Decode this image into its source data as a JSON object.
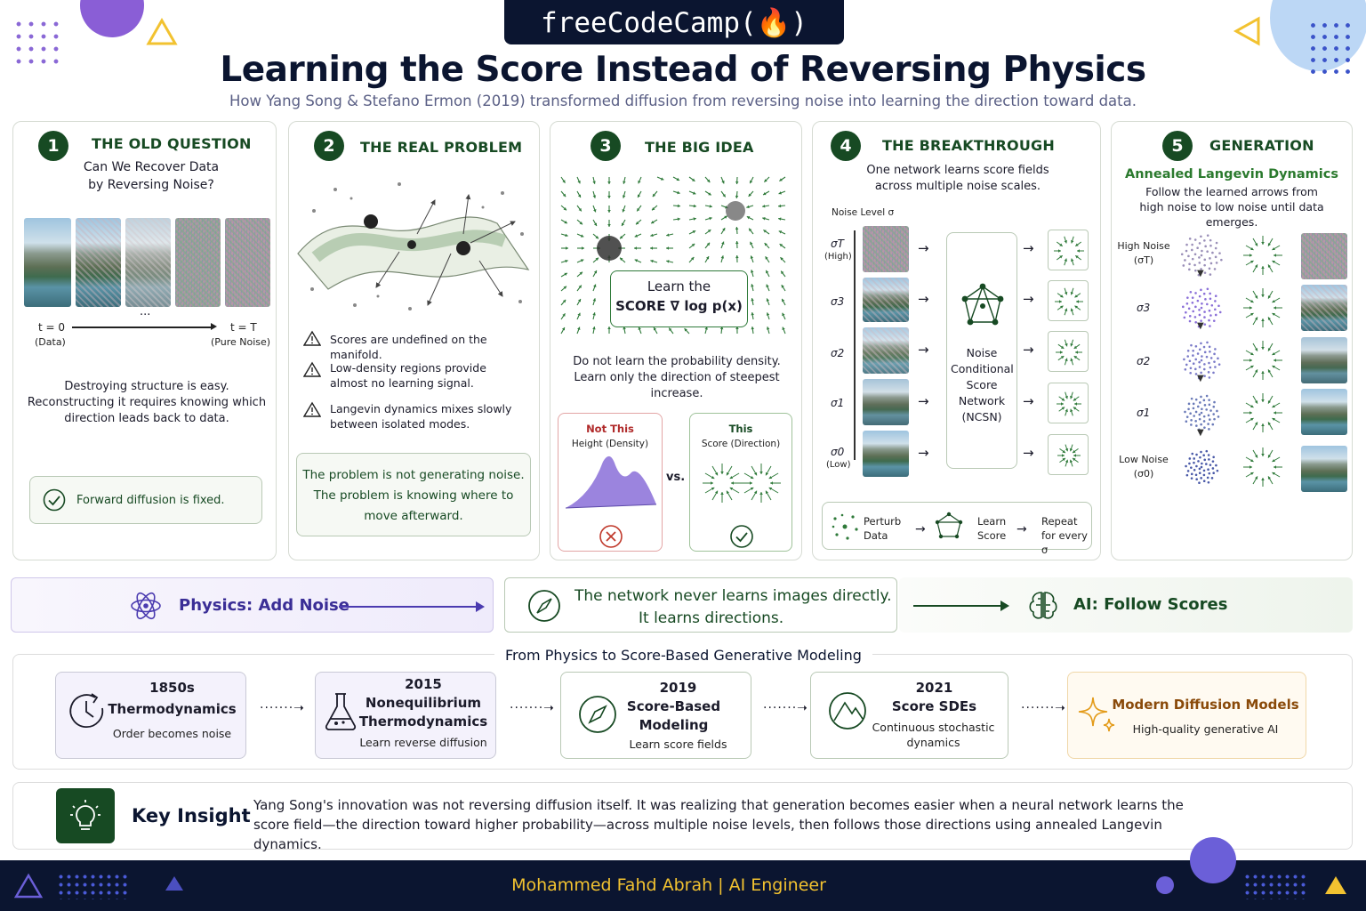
{
  "brand": "freeCodeCamp(🔥)",
  "title": "Learning the Score Instead of Reversing Physics",
  "subtitle": "How Yang Song & Stefano Ermon (2019) transformed diffusion from reversing noise into learning the direction toward data.",
  "card1": {
    "number": "1",
    "heading": "THE OLD QUESTION",
    "question_line1": "Can We Recover Data",
    "question_line2": "by Reversing Noise?",
    "ellipsis": "...",
    "t0": "t = 0",
    "t0_sub": "(Data)",
    "tT": "t = T",
    "tT_sub": "(Pure Noise)",
    "body": "Destroying structure is easy. Reconstructing it requires knowing which direction leads back to data.",
    "badge": "Forward diffusion is fixed."
  },
  "card2": {
    "number": "2",
    "heading": "THE REAL PROBLEM",
    "warnings": [
      "Scores are undefined on the manifold.",
      "Low-density regions provide almost no learning signal.",
      "Langevin dynamics mixes slowly between isolated modes."
    ],
    "box_line1": "The problem is not generating noise.",
    "box_line2": "The problem is knowing where to move afterward."
  },
  "card3": {
    "number": "3",
    "heading": "THE BIG IDEA",
    "center_line1": "Learn the",
    "center_line2": "SCORE ∇ log p(x)",
    "body": "Do not learn the probability density. Learn only the direction of steepest increase.",
    "not_this": "Not This",
    "not_this_sub": "Height (Density)",
    "vs": "vs.",
    "this": "This",
    "this_sub": "Score (Direction)"
  },
  "card4": {
    "number": "4",
    "heading": "THE BREAKTHROUGH",
    "body": "One network learns score fields across multiple noise scales.",
    "noise_axis": "Noise Level σ",
    "levels": [
      "σT",
      "σ3",
      "σ2",
      "σ1",
      "σ0"
    ],
    "level_high": "(High)",
    "level_low": "(Low)",
    "network": "Noise Conditional Score Network (NCSN)",
    "steps": [
      "Perturb Data",
      "Learn Score",
      "Repeat for every σ"
    ]
  },
  "card5": {
    "number": "5",
    "heading": "GENERATION",
    "subheading": "Annealed Langevin Dynamics",
    "body": "Follow the learned arrows from high noise to low noise until data emerges.",
    "levels": [
      "High Noise (σT)",
      "σ3",
      "σ2",
      "σ1",
      "Low Noise (σ0)"
    ]
  },
  "banner": {
    "left": "Physics: Add Noise",
    "center_line1": "The network never learns images directly.",
    "center_line2": "It learns directions.",
    "right": "AI: Follow Scores"
  },
  "timeline": {
    "heading": "From Physics to Score-Based Generative Modeling",
    "items": [
      {
        "year": "1850s",
        "title": "Thermodynamics",
        "sub": "Order becomes noise"
      },
      {
        "year": "2015",
        "title": "Nonequilibrium Thermodynamics",
        "sub": "Learn reverse diffusion"
      },
      {
        "year": "2019",
        "title": "Score-Based Modeling",
        "sub": "Learn score fields"
      },
      {
        "year": "2021",
        "title": "Score SDEs",
        "sub": "Continuous stochastic dynamics"
      },
      {
        "year": "",
        "title": "Modern Diffusion Models",
        "sub": "High-quality generative AI"
      }
    ]
  },
  "insight": {
    "label": "Key Insight",
    "text": "Yang Song's innovation was not reversing diffusion itself. It was realizing that generation becomes easier when a neural network learns the score field—the direction toward higher probability—across multiple noise levels, then follows those directions using annealed Langevin dynamics."
  },
  "footer": "Mohammed Fahd Abrah | AI Engineer",
  "colors": {
    "green": "#174a23",
    "purple": "#4b3bb0",
    "gold": "#f2c230",
    "navy": "#0b1530"
  }
}
